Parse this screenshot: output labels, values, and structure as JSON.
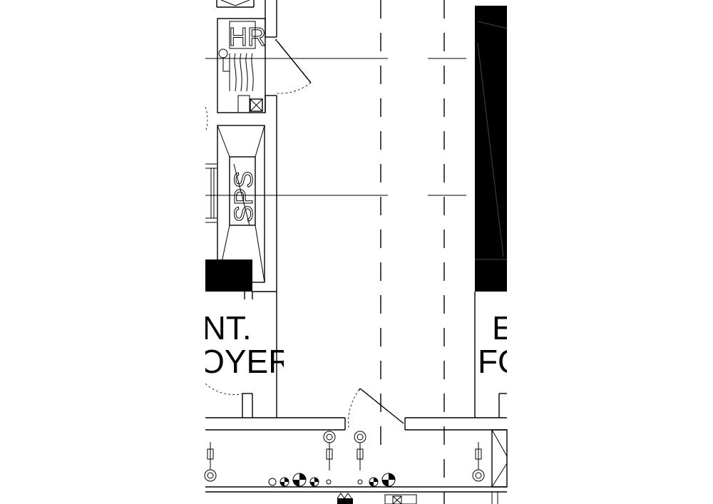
{
  "rooms": {
    "left_line1": "ENT.",
    "left_line2": "FOYER",
    "right_line1": "E",
    "right_line2": "FO"
  },
  "equipment": {
    "hr_label": "HR",
    "sps_label": "SPS"
  }
}
